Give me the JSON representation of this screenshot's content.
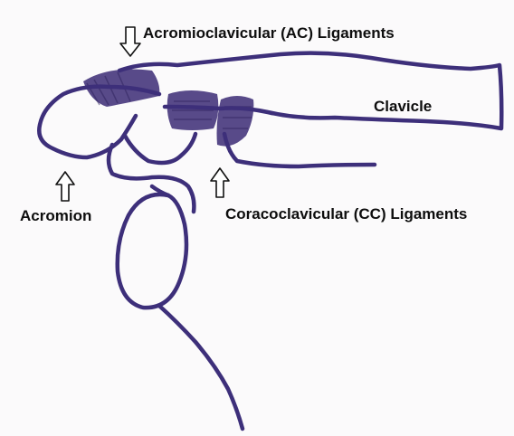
{
  "labels": {
    "ac_ligaments": "Acromioclavicular (AC) Ligaments",
    "clavicle": "Clavicle",
    "acromion": "Acromion",
    "cc_ligaments": "Coracoclavicular (CC) Ligaments"
  },
  "colors": {
    "bone_outline": "#3d2f7a",
    "ligament_fill": "#4a3b7f",
    "arrow_outline": "#111111",
    "label_text": "#0e0e0e",
    "background": "#fbfafb"
  },
  "icons": {
    "ac_arrow": "down-arrow-outline-icon",
    "acromion_arrow": "up-arrow-outline-icon",
    "cc_arrow": "up-arrow-outline-icon"
  }
}
